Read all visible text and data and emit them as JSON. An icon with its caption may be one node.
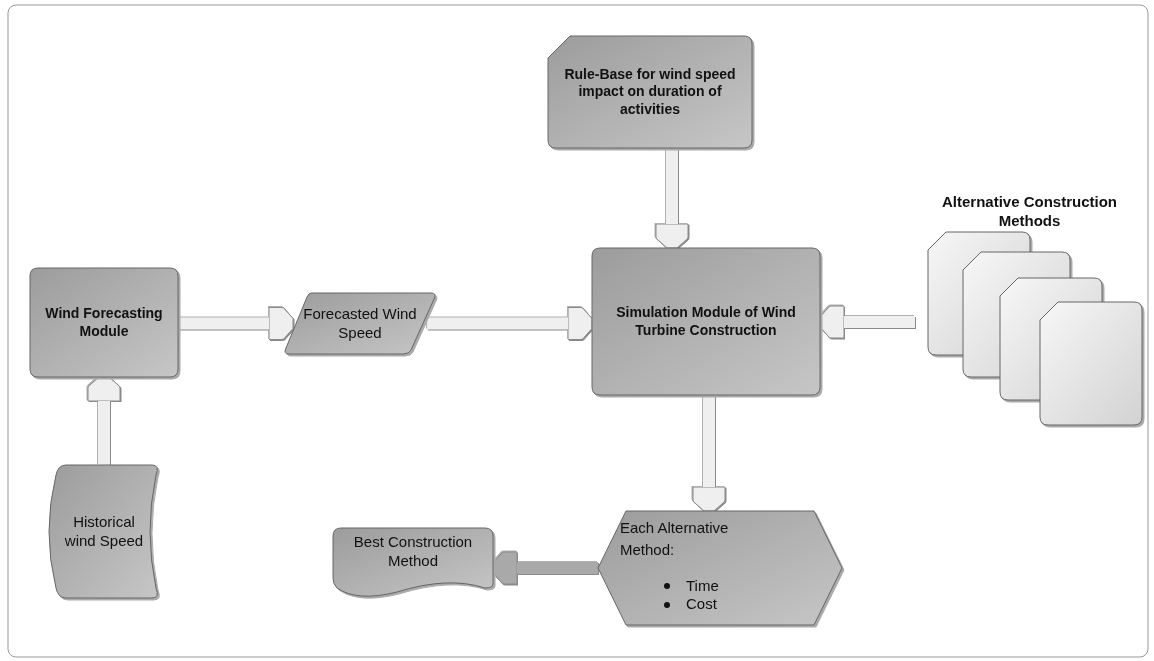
{
  "diagram": {
    "nodes": [
      {
        "text": [
          "Rule-Base for wind speed impact on duration of activities"
        ]
      },
      {
        "text": [
          "Wind Forecasting Module"
        ]
      },
      {
        "text": [
          "Forecasted Wind Speed"
        ]
      },
      {
        "text": [
          "Simulation Module of Wind Turbine Construction"
        ]
      },
      {
        "text": [
          "Alternative Construction Methods"
        ]
      },
      {
        "text": [
          "Historical wind Speed"
        ]
      },
      {
        "text": [
          "Each Alternative Method:",
          "Time",
          "Cost"
        ]
      },
      {
        "text": [
          "Best Construction Method"
        ]
      }
    ],
    "edges": [
      {
        "from": 0,
        "to": 3,
        "arrow": "to"
      },
      {
        "from": 1,
        "to": 2,
        "arrow": "to"
      },
      {
        "from": 2,
        "to": 3,
        "arrow": "to"
      },
      {
        "from": 4,
        "to": 3,
        "arrow": "to"
      },
      {
        "from": 5,
        "to": 1,
        "arrow": "to"
      },
      {
        "from": 3,
        "to": 6,
        "arrow": "to"
      },
      {
        "from": 6,
        "to": 7,
        "arrow": "to",
        "color": "#a9a9a9"
      }
    ]
  }
}
